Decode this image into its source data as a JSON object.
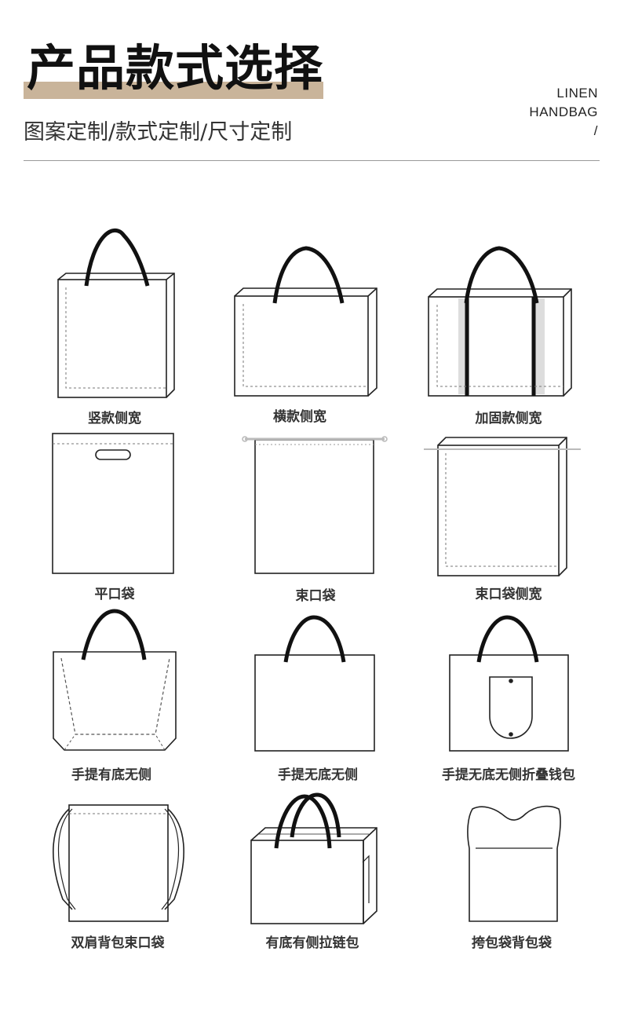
{
  "header": {
    "title": "产品款式选择",
    "subtitle": "图案定制/款式定制/尺寸定制",
    "side_lines": [
      "LINEN",
      "HANDBAG",
      "/"
    ]
  },
  "styles": [
    {
      "label": "竖款侧宽",
      "icon": "vertical-bag-with-side-gusset-icon"
    },
    {
      "label": "横款侧宽",
      "icon": "horizontal-bag-with-side-gusset-icon"
    },
    {
      "label": "加固款侧宽",
      "icon": "reinforced-bag-with-side-gusset-icon"
    },
    {
      "label": "平口袋",
      "icon": "flat-die-cut-bag-icon"
    },
    {
      "label": "束口袋",
      "icon": "drawstring-bag-icon"
    },
    {
      "label": "束口袋侧宽",
      "icon": "drawstring-bag-with-gusset-icon"
    },
    {
      "label": "手提有底无侧",
      "icon": "handbag-bottom-no-side-icon"
    },
    {
      "label": "手提无底无侧",
      "icon": "handbag-no-bottom-no-side-icon"
    },
    {
      "label": "手提无底无侧折叠钱包",
      "icon": "foldable-wallet-handbag-icon"
    },
    {
      "label": "双肩背包束口袋",
      "icon": "backpack-drawstring-bag-icon"
    },
    {
      "label": "有底有侧拉链包",
      "icon": "zipper-bag-with-bottom-side-icon"
    },
    {
      "label": "挎包袋背包袋",
      "icon": "shoulder-backpack-bag-icon"
    }
  ],
  "colors": {
    "accent": "#c9b49a",
    "line": "#222222",
    "handle": "#111111"
  }
}
